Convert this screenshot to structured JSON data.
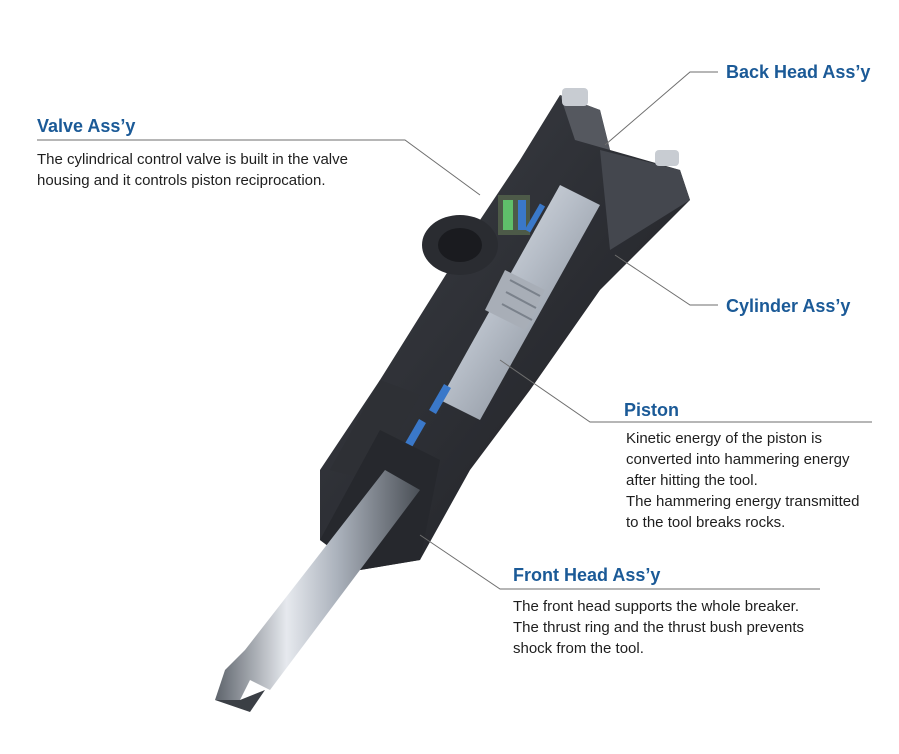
{
  "labels": {
    "valve": {
      "title": "Valve Ass’y",
      "desc": "The cylindrical control valve is built in the valve\nhousing and it controls piston reciprocation."
    },
    "back_head": {
      "title": "Back Head Ass’y"
    },
    "cylinder": {
      "title": "Cylinder Ass’y"
    },
    "piston": {
      "title": "Piston",
      "desc": "Kinetic energy of the piston is\nconverted into hammering energy\nafter hitting the tool.\nThe hammering energy transmitted\nto the tool breaks rocks."
    },
    "front_head": {
      "title": "Front Head Ass’y",
      "desc": "The front head supports the whole breaker.\nThe thrust ring and the thrust bush prevents\nshock from the tool."
    }
  },
  "colors": {
    "heading": "#1b5a97",
    "text": "#1e1e1e",
    "leader": "#6e6e6e",
    "body_dark": "#2b2d31",
    "piston_steel": "#c9ced6",
    "seal_blue": "#3a78c9"
  }
}
